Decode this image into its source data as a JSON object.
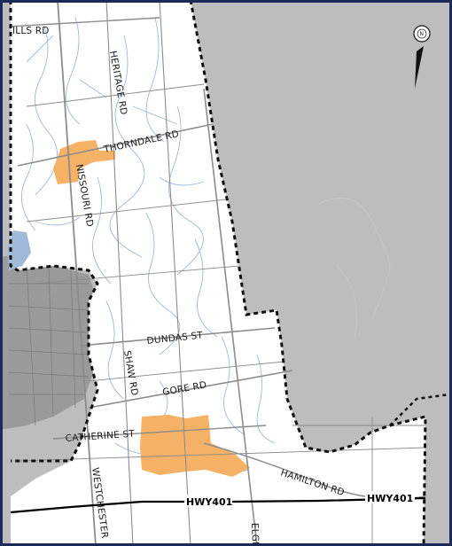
{
  "colors": {
    "outside_area": "#bdbdbd",
    "urban_area": "#9a9a9a",
    "study_area": "#ffffff",
    "settlement": "#f5b266",
    "road": "#8c8c8c",
    "water": "#9fb9d8",
    "boundary": "#111111",
    "frame": "#1c2a5a"
  },
  "roads": {
    "fallon_mills_rd": "ILLS RD",
    "heritage_rd": "HERITAGE RD",
    "thorndale_rd": "THORNDALE RD",
    "nissouri_rd": "NISSOURI RD",
    "dundas_st": "DUNDAS ST",
    "shaw_rd": "SHAW RD",
    "gore_rd": "GORE RD",
    "catherine_st": "CATHERINE ST",
    "westchester": "WESTCHESTER",
    "hamilton_rd": "HAMILTON RD",
    "elgin": "ELGI",
    "hwy401_a": "HWY401",
    "hwy401_b": "HWY401"
  },
  "north_arrow": {
    "letter": "N",
    "icon": "north-arrow-icon"
  }
}
